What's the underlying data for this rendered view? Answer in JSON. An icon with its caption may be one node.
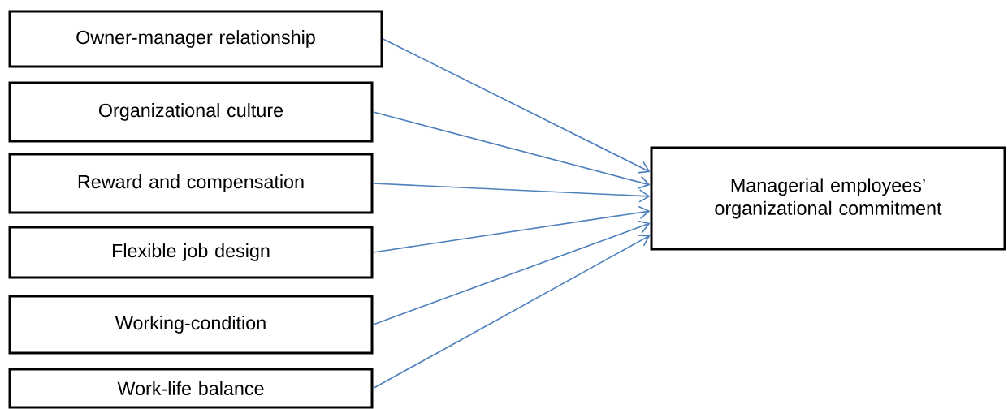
{
  "diagram": {
    "nodes": [
      {
        "text": [
          "Owner-manager relationship"
        ]
      },
      {
        "text": [
          "Organizational culture"
        ]
      },
      {
        "text": [
          "Reward and compensation"
        ]
      },
      {
        "text": [
          "Flexible job design"
        ]
      },
      {
        "text": [
          "Working-condition"
        ]
      },
      {
        "text": [
          "Work-life balance"
        ]
      },
      {
        "text": [
          "Managerial employees’ organizational commitment"
        ]
      }
    ],
    "edges": [
      {
        "from": 0,
        "to": 6,
        "arrow": "to"
      },
      {
        "from": 1,
        "to": 6,
        "arrow": "to"
      },
      {
        "from": 2,
        "to": 6,
        "arrow": "to"
      },
      {
        "from": 3,
        "to": 6,
        "arrow": "to"
      },
      {
        "from": 4,
        "to": 6,
        "arrow": "to"
      },
      {
        "from": 5,
        "to": 6,
        "arrow": "to"
      }
    ]
  }
}
